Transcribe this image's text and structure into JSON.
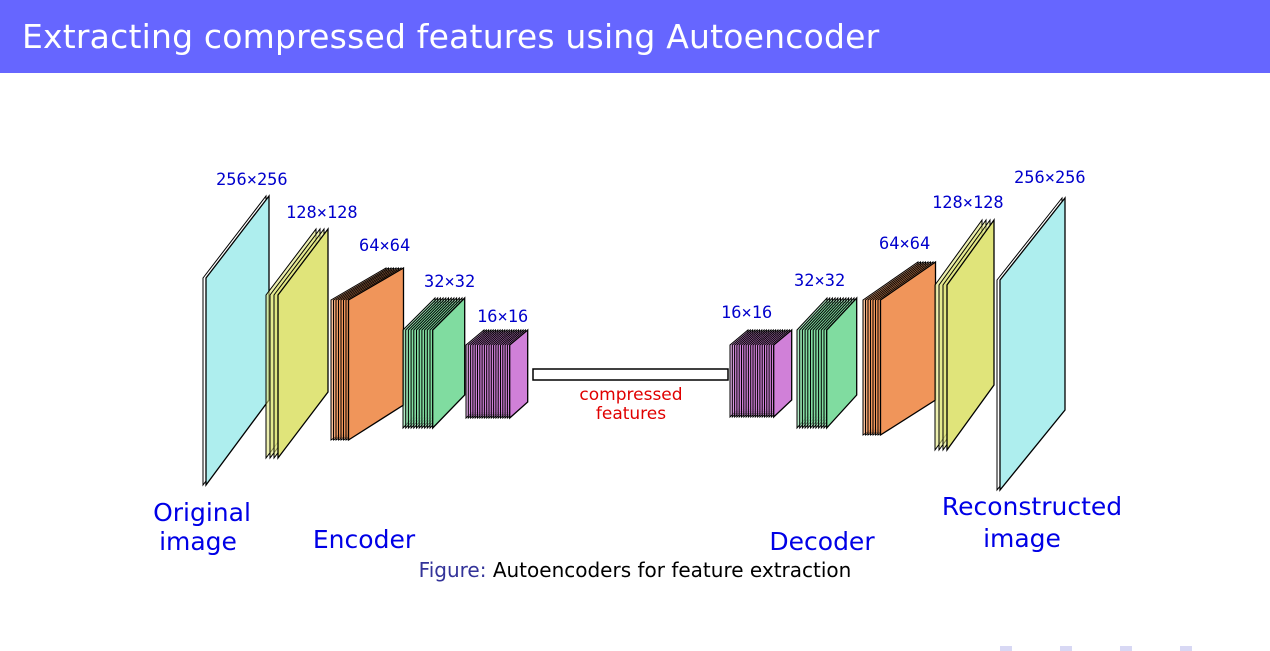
{
  "slide": {
    "title": "Extracting compressed features using Autoencoder",
    "caption_label": "Figure:",
    "caption_text": "Autoencoders for feature extraction"
  },
  "diagram": {
    "encoder_dims": [
      "256×256",
      "128×128",
      "64×64",
      "32×32",
      "16×16"
    ],
    "decoder_dims": [
      "16×16",
      "32×32",
      "64×64",
      "128×128",
      "256×256"
    ],
    "bottleneck_line1": "compressed",
    "bottleneck_line2": "features",
    "input_label_line1": "Original",
    "input_label_line2": "image",
    "encoder_label": "Encoder",
    "decoder_label": "Decoder",
    "output_label_line1": "Reconstructed",
    "output_label_line2": "image",
    "colors": {
      "cyan": "#aeeeee",
      "yellow": "#e0e47a",
      "orange": "#f0955a",
      "green": "#80dca0",
      "purple": "#d080d8",
      "title_bar": "#6666ff"
    }
  }
}
